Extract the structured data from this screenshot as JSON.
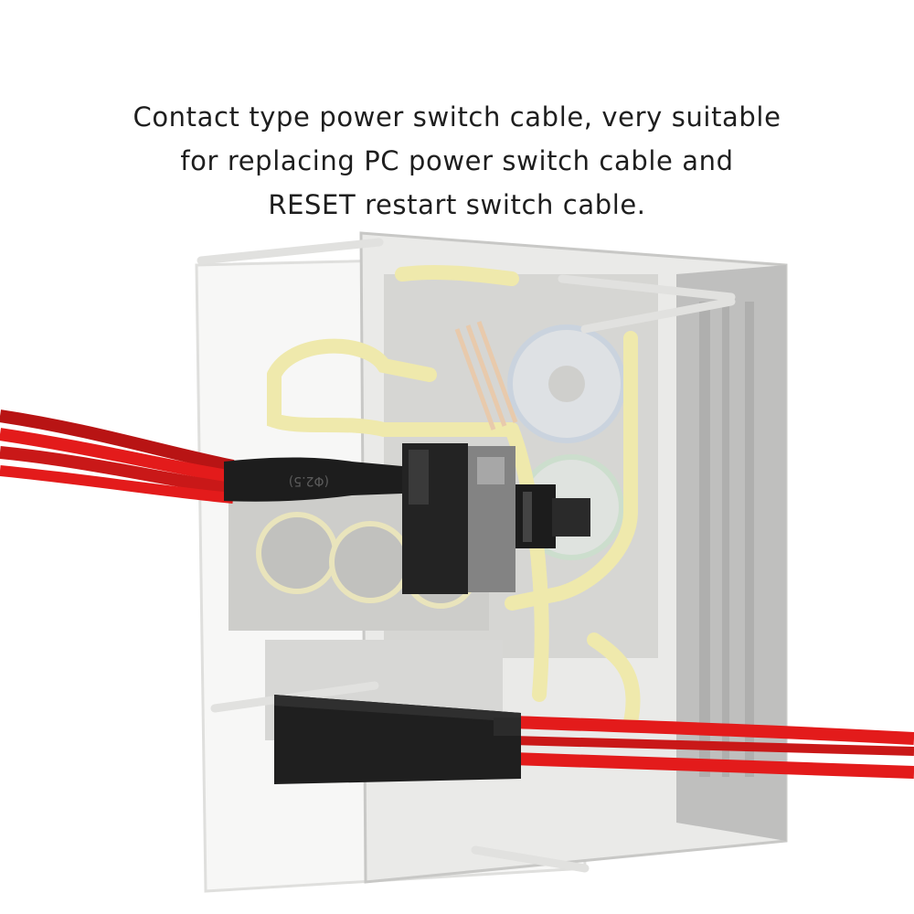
{
  "caption": {
    "line1": "Contact type power switch cable, very suitable",
    "line2": "for replacing PC power switch cable and",
    "line3": "RESET restart switch cable."
  },
  "photo": {
    "subject": "switch-cable-over-pc-case",
    "sleeve_print": "(Φ2.5)",
    "colors": {
      "cable": "#e31b1b",
      "connector": "#1f1f1f",
      "switch_body": "#7e7e7e",
      "case_faded": "#c9c9c5",
      "tubing": "#e3d86a"
    }
  }
}
